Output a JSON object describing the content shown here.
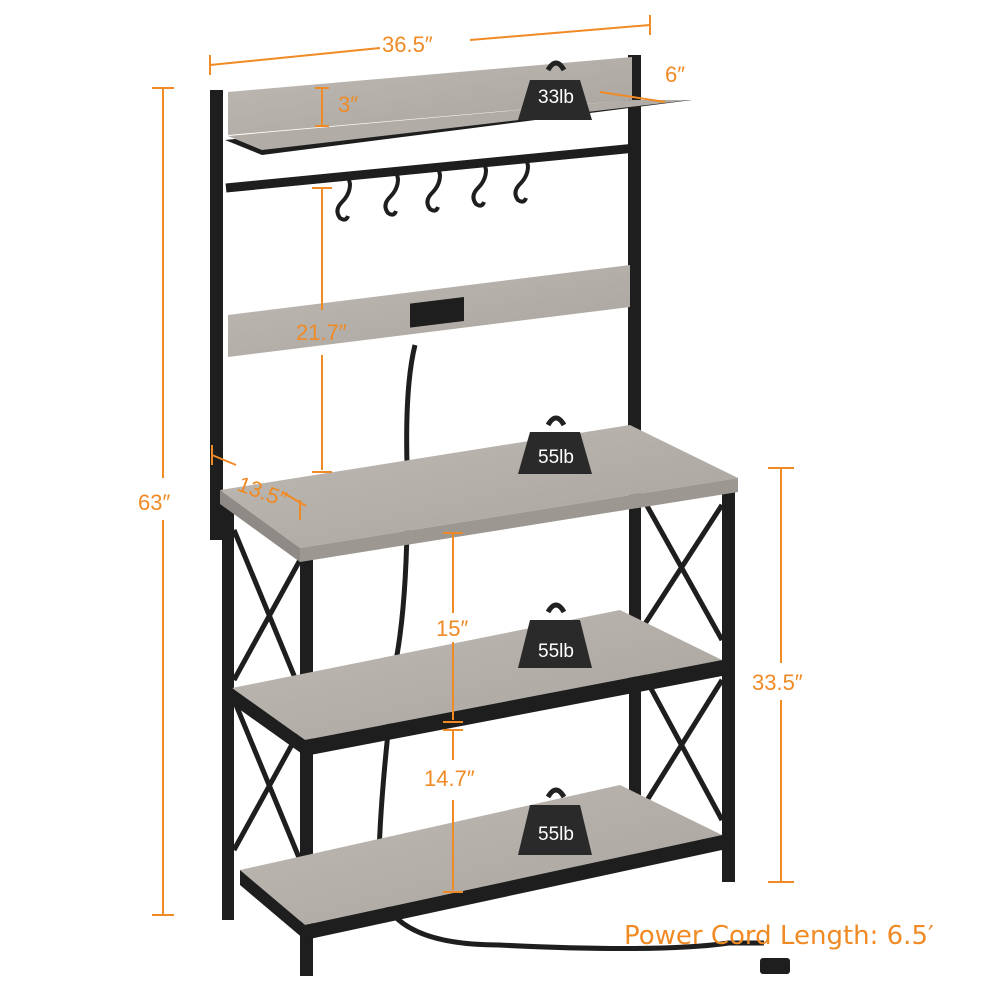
{
  "dimensions": {
    "width": "36.5″",
    "top_shelf_depth": "6″",
    "top_shelf_lip": "3″",
    "hook_to_counter": "21.7″",
    "total_height": "63″",
    "counter_depth": "13.5″",
    "counter_to_middle": "15″",
    "middle_to_bottom": "14.7″",
    "counter_height": "33.5″"
  },
  "load_ratings": {
    "top_shelf": "33lb",
    "counter": "55lb",
    "middle_shelf": "55lb",
    "bottom_shelf": "55lb"
  },
  "power_cord_label": "Power Cord Length: 6.5′",
  "colors": {
    "accent": "#f08a24",
    "wood": "#b5b0aa",
    "metal": "#1e1e1e"
  }
}
